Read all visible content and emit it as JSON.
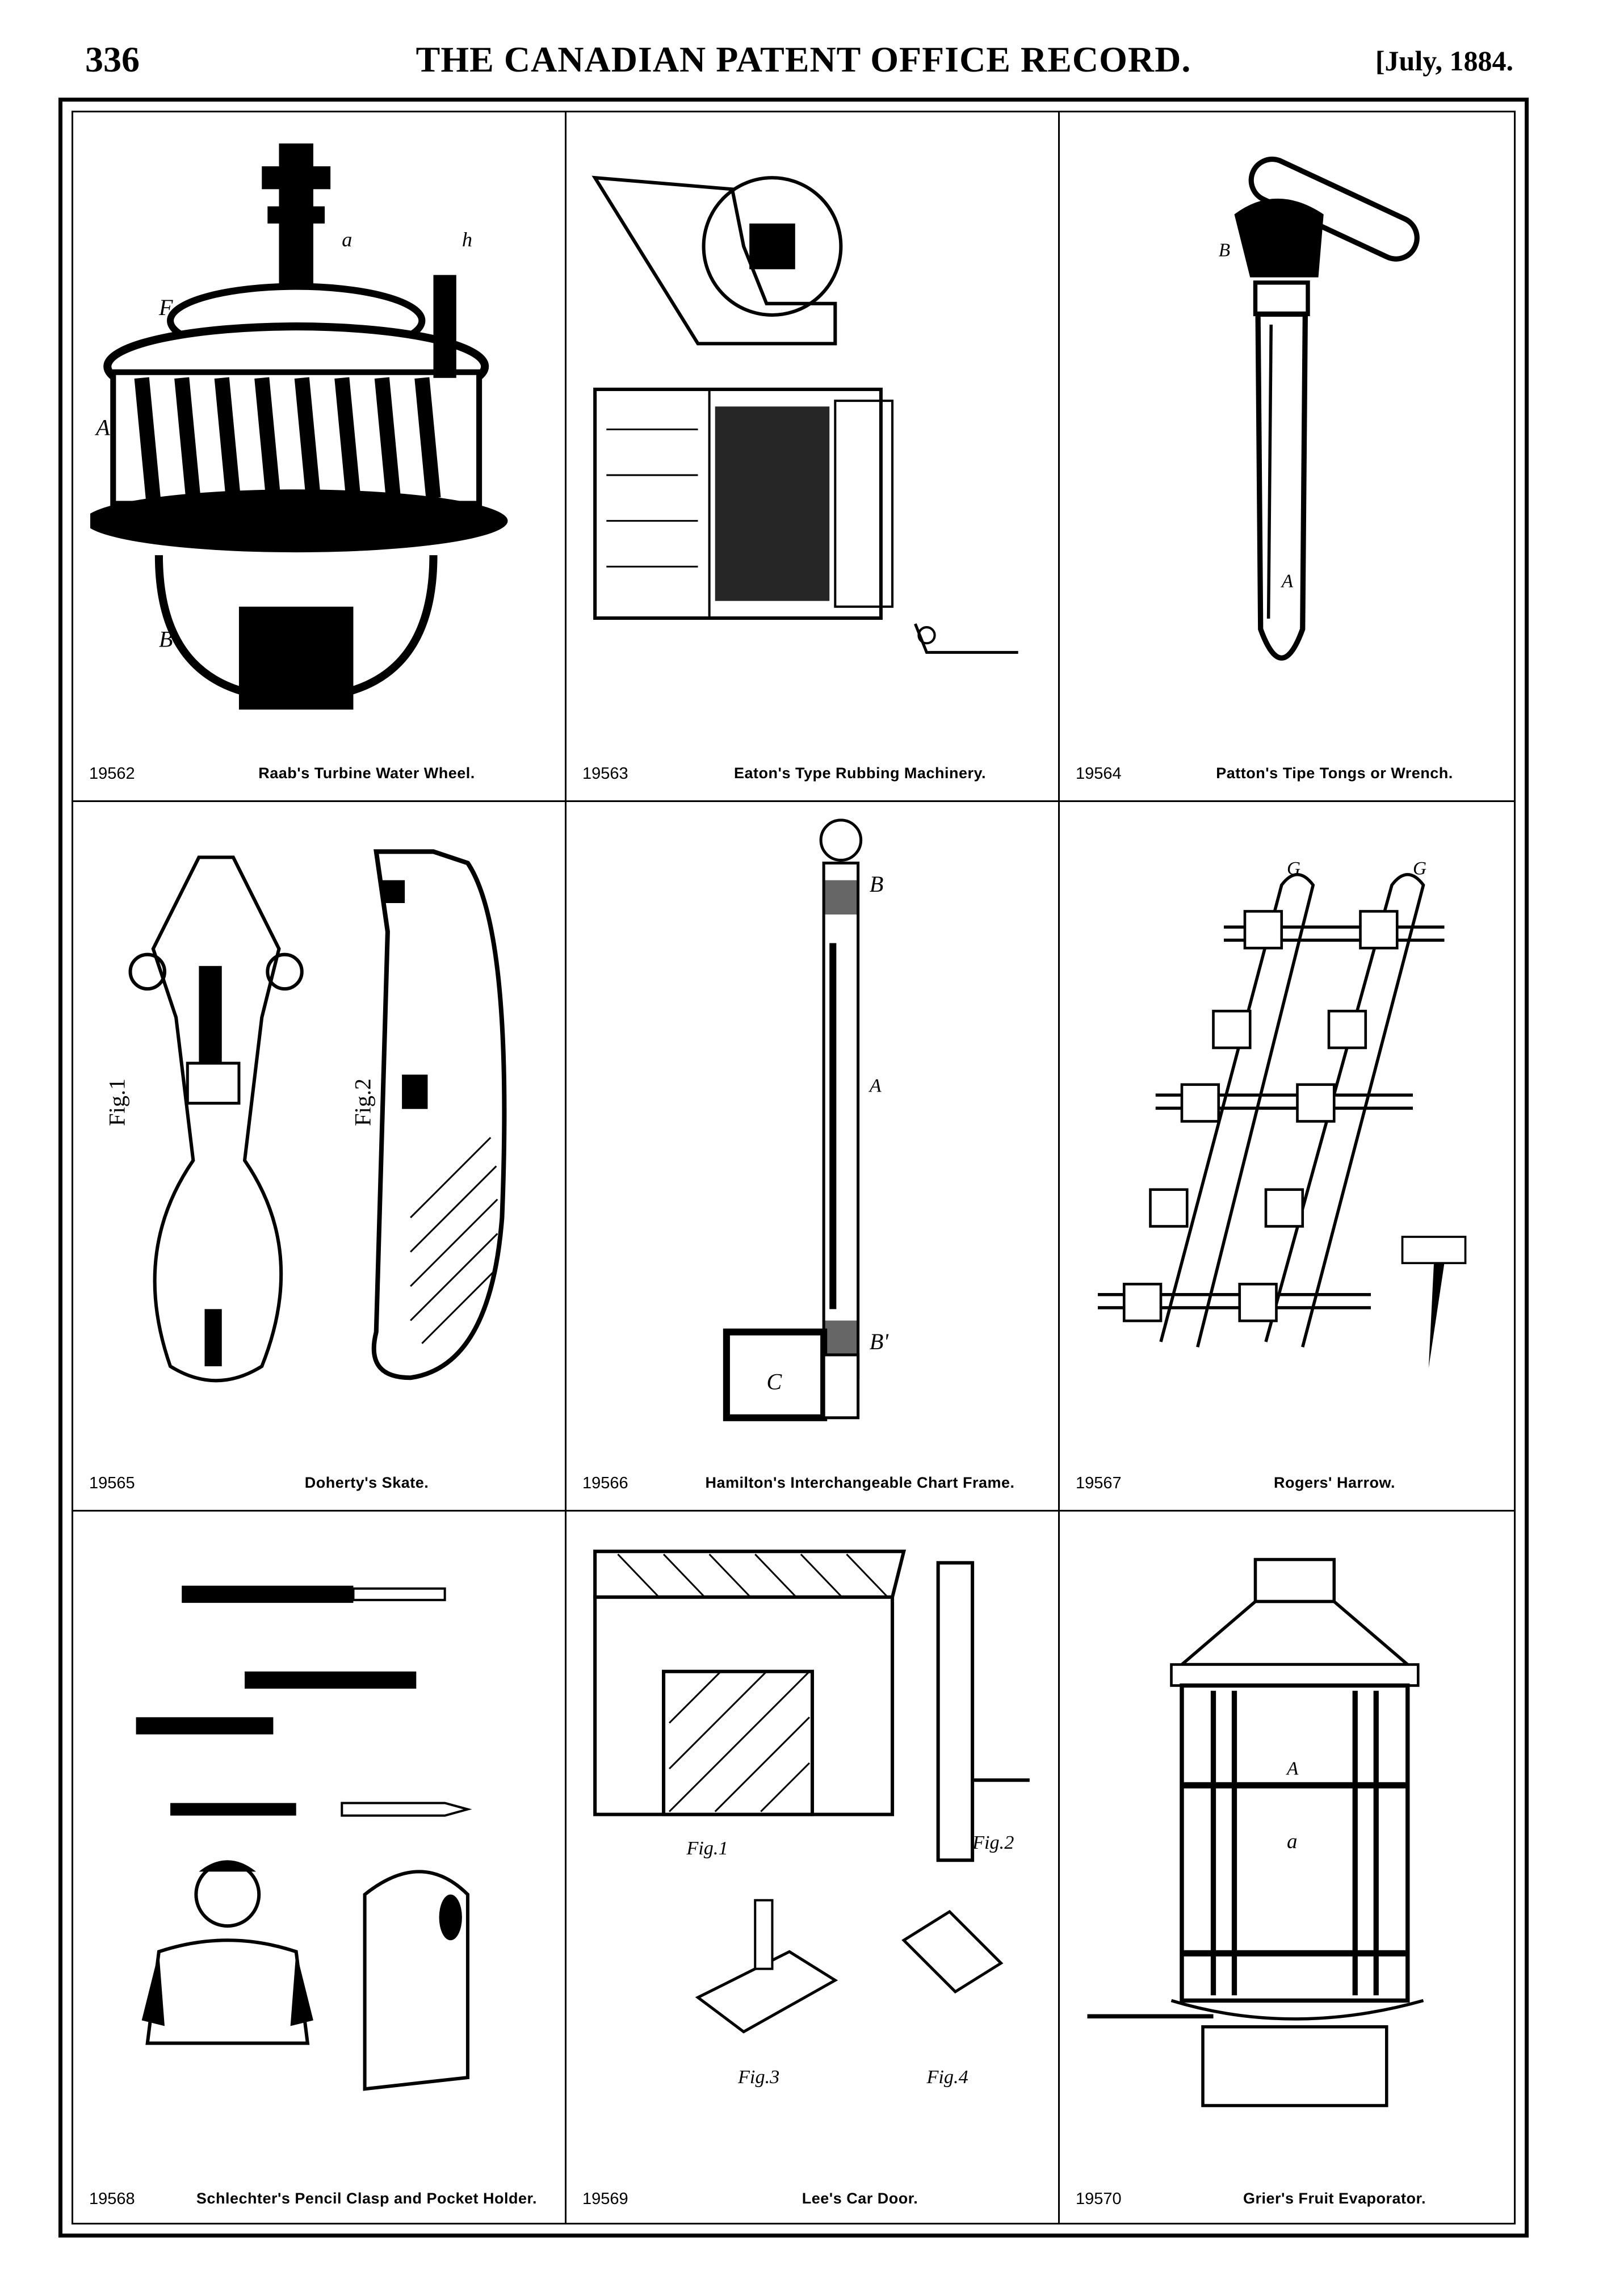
{
  "header": {
    "page_number": "336",
    "title": "THE CANADIAN PATENT OFFICE RECORD.",
    "date": "[July, 1884."
  },
  "patents": [
    {
      "number": "19562",
      "title": "Raab's Turbine Water Wheel."
    },
    {
      "number": "19563",
      "title": "Eaton's Type Rubbing Machinery."
    },
    {
      "number": "19564",
      "title": "Patton's Tipe Tongs or Wrench."
    },
    {
      "number": "19565",
      "title": "Doherty's Skate."
    },
    {
      "number": "19566",
      "title": "Hamilton's Interchangeable Chart Frame."
    },
    {
      "number": "19567",
      "title": "Rogers' Harrow."
    },
    {
      "number": "19568",
      "title": "Schlechter's Pencil Clasp and Pocket Holder."
    },
    {
      "number": "19569",
      "title": "Lee's Car Door."
    },
    {
      "number": "19570",
      "title": "Grier's Fruit Evaporator."
    }
  ]
}
